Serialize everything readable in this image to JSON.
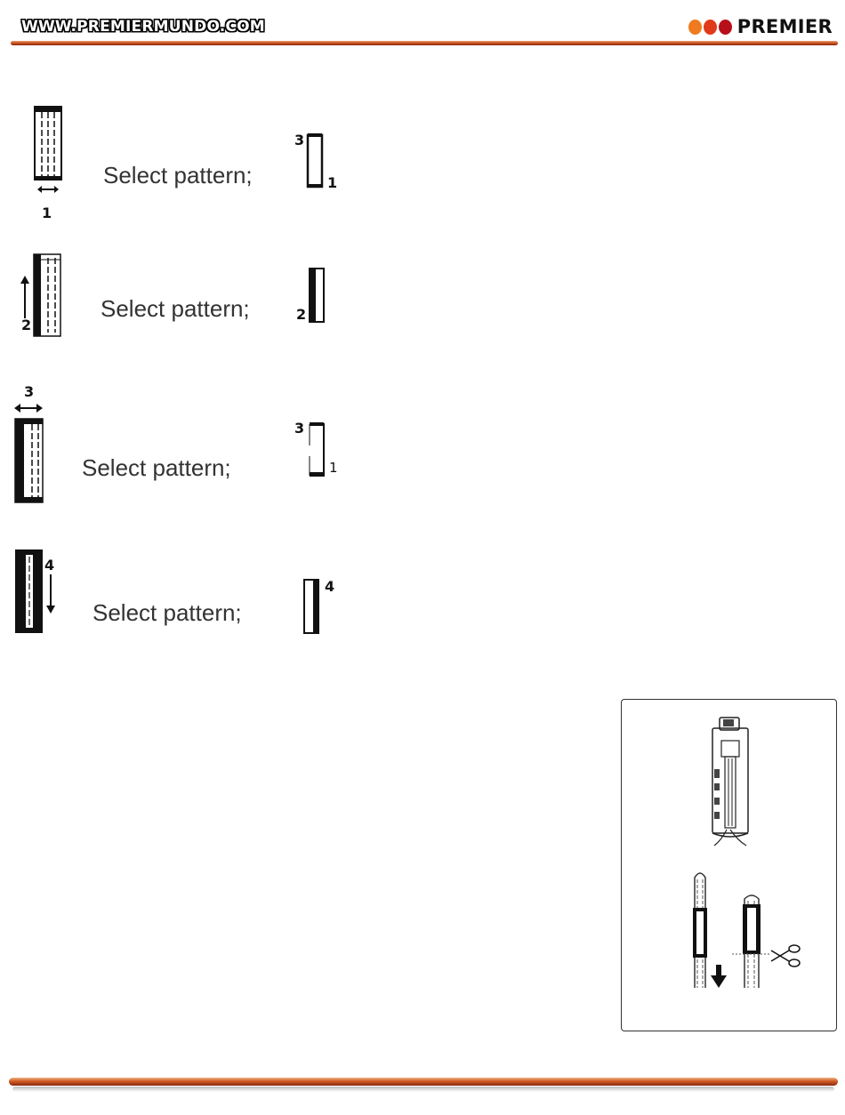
{
  "header": {
    "site_url": "WWW.PREMIERMUNDO.COM",
    "brand": "PREMIER",
    "logo_colors": [
      "#f07a1e",
      "#e03a1a",
      "#b8101a"
    ]
  },
  "steps": [
    {
      "label": "Select pattern;",
      "marker_a": "1",
      "marker_b": "3",
      "marker_c": "1"
    },
    {
      "label": "Select pattern;",
      "marker_a": "2",
      "marker_b": "2"
    },
    {
      "label": "Select pattern;",
      "marker_a": "3",
      "marker_b": "3",
      "marker_c": "1"
    },
    {
      "label": "Select pattern;",
      "marker_a": "4",
      "marker_b": "4"
    }
  ],
  "colors": {
    "accent": "#c8501f",
    "ink": "#111111"
  }
}
